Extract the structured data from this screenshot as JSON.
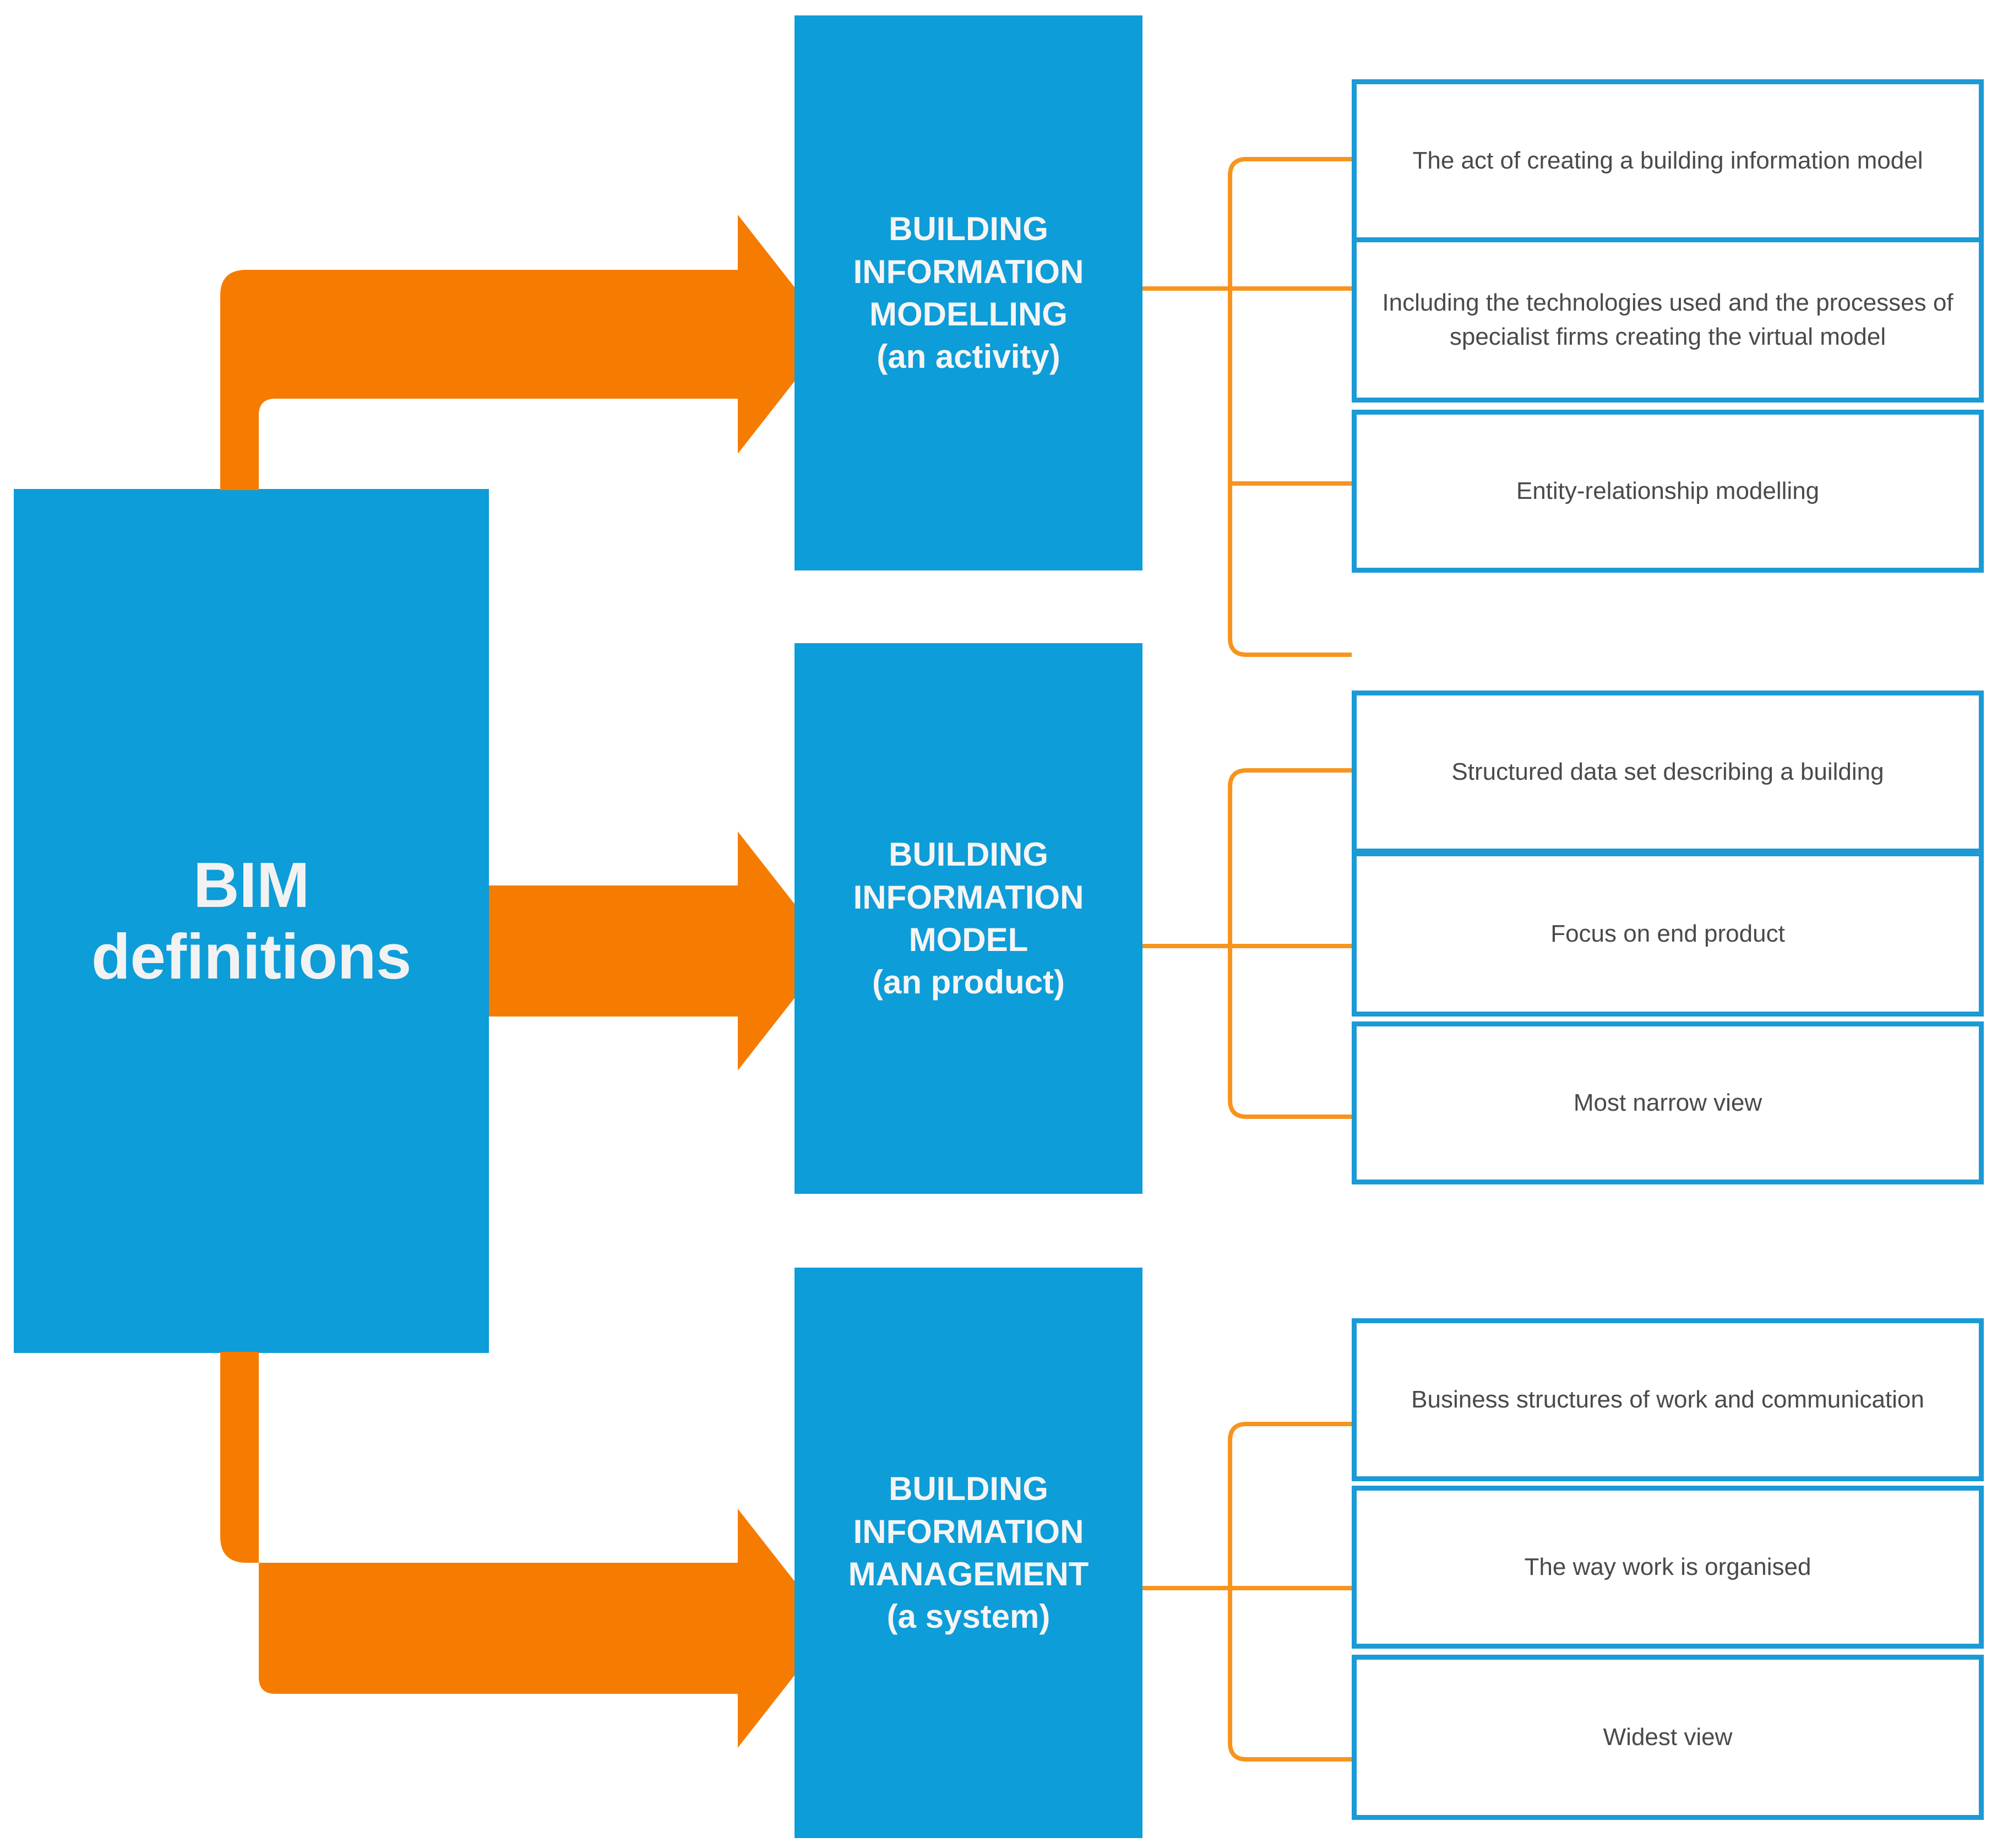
{
  "diagram": {
    "title": "BIM definitions",
    "root": {
      "label": "BIM\ndefinitions",
      "color": "#0d9dd8",
      "text_color": "#f2f2f2"
    },
    "accent_colors": {
      "box_fill": "#0d9dd8",
      "detail_border": "#1b9ad6",
      "arrow": "#f57c00",
      "connector": "#f7941e",
      "detail_text": "#4a4a4a"
    },
    "branches": [
      {
        "id": "bim-modelling",
        "title": "BUILDING\nINFORMATION\nMODELLING\n(an activity)",
        "arrow_type": "elbow-up",
        "details": [
          "The act of creating a building information model",
          "Including the technologies used and the processes of specialist firms creating the virtual model",
          "Entity-relationship modelling"
        ]
      },
      {
        "id": "bim-model",
        "title": "BUILDING\nINFORMATION\nMODEL\n(an product)",
        "arrow_type": "straight",
        "details": [
          "Structured data set describing a building",
          "Focus on end product",
          "Most narrow view"
        ]
      },
      {
        "id": "bim-management",
        "title": "BUILDING\nINFORMATION\nMANAGEMENT\n(a system)",
        "arrow_type": "elbow-down",
        "details": [
          "Business structures of work and communication",
          "The way work is organised",
          "Widest view"
        ]
      }
    ]
  }
}
